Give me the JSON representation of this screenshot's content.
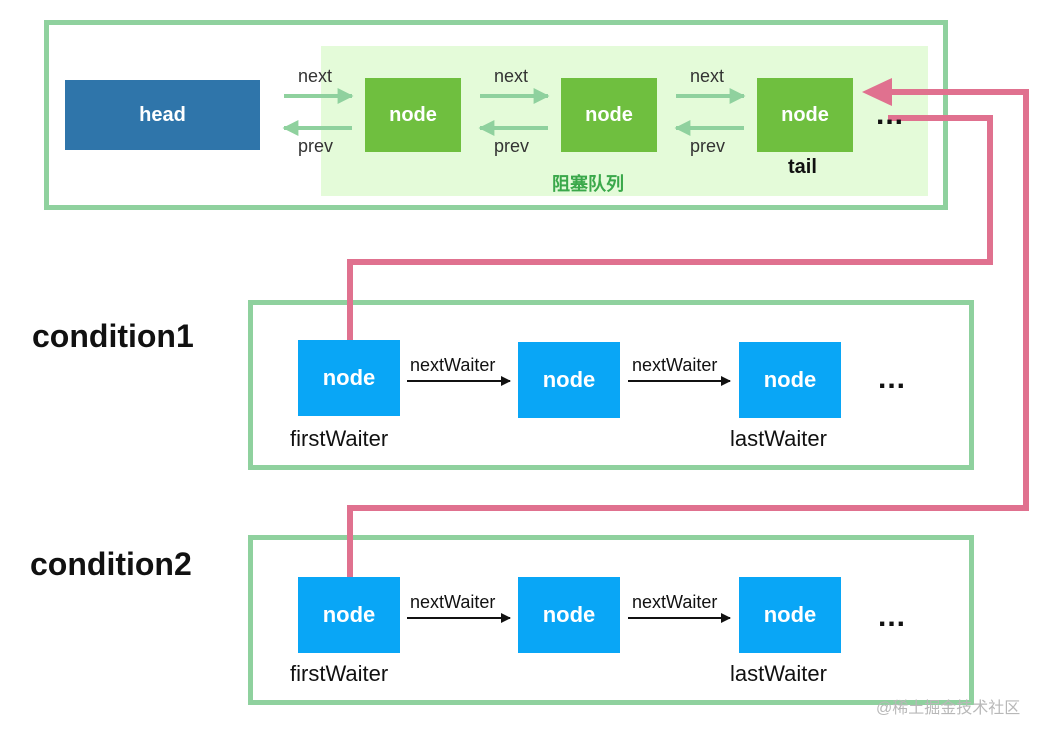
{
  "blocking_queue": {
    "head_label": "head",
    "node_label": "node",
    "next_label": "next",
    "prev_label": "prev",
    "tail_label": "tail",
    "queue_name": "阻塞队列",
    "ellipsis": "..."
  },
  "conditions": [
    {
      "title": "condition1",
      "node_label": "node",
      "link_label": "nextWaiter",
      "first_label": "firstWaiter",
      "last_label": "lastWaiter",
      "ellipsis": "..."
    },
    {
      "title": "condition2",
      "node_label": "node",
      "link_label": "nextWaiter",
      "first_label": "firstWaiter",
      "last_label": "lastWaiter",
      "ellipsis": "..."
    }
  ],
  "colors": {
    "frame_border": "#8fd19e",
    "queue_zone": "#e4fbd9",
    "head_box": "#2f75aa",
    "green_node": "#6fbf3f",
    "blue_node": "#09a6f6",
    "transfer_arrow": "#e0718f",
    "link_arrow": "#8fd19e"
  },
  "watermark": "@稀土掘金技术社区"
}
